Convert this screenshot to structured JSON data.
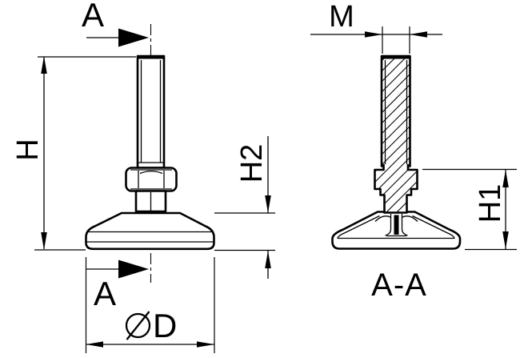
{
  "page": {
    "background": "#ffffff"
  },
  "drawing": {
    "line_color": "#000000",
    "text_color": "#000000",
    "labels": {
      "section_arrow_top": "A",
      "section_arrow_bottom": "A",
      "overall_height": "H",
      "base_height": "H2",
      "diameter_symbol": "∅",
      "diameter_letter": "D",
      "thread_size": "M",
      "lower_height": "H1",
      "section_title": "A-A"
    }
  }
}
